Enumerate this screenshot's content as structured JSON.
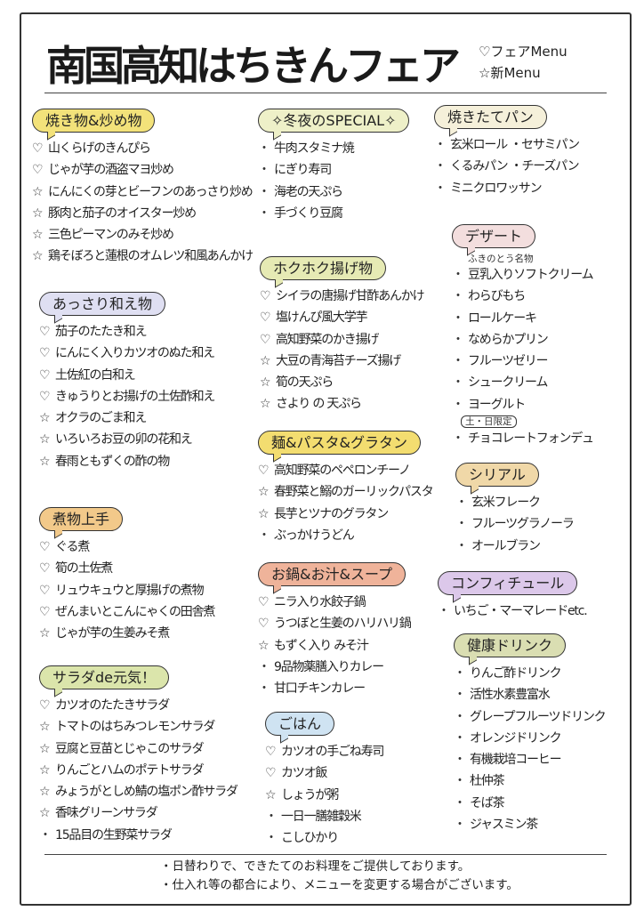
{
  "title": "南国高知はちきんフェア",
  "legend": {
    "fair": "♡フェアMenu",
    "new": "☆新Menu"
  },
  "markers": {
    "heart": "♡",
    "star": "☆",
    "dot": "・"
  },
  "columns": [
    [
      {
        "label": "焼き物&炒め物",
        "color": "#f3e27a",
        "items": [
          {
            "m": "heart",
            "t": "山くらげのきんぴら"
          },
          {
            "m": "heart",
            "t": "じゃが芋の酒盗マヨ炒め"
          },
          {
            "m": "star",
            "t": "にんにくの芽とビーフンのあっさり炒め"
          },
          {
            "m": "star",
            "t": "豚肉と茄子のオイスター炒め"
          },
          {
            "m": "star",
            "t": "三色ピーマンのみそ炒め"
          },
          {
            "m": "star",
            "t": "鶏そぼろと蓮根のオムレツ和風あんかけ"
          }
        ]
      },
      {
        "label": "あっさり和え物",
        "color": "#dfdff2",
        "items": [
          {
            "m": "heart",
            "t": "茄子のたたき和え"
          },
          {
            "m": "heart",
            "t": "にんにく入りカツオのぬた和え"
          },
          {
            "m": "heart",
            "t": "土佐紅の白和え"
          },
          {
            "m": "heart",
            "t": "きゅうりとお揚げの土佐酢和え"
          },
          {
            "m": "star",
            "t": "オクラのごま和え"
          },
          {
            "m": "star",
            "t": "いろいろお豆の卯の花和え"
          },
          {
            "m": "star",
            "t": "春雨ともずくの酢の物"
          }
        ]
      },
      {
        "label": "煮物上手",
        "color": "#f2c98a",
        "items": [
          {
            "m": "heart",
            "t": "ぐる煮"
          },
          {
            "m": "heart",
            "t": "筍の土佐煮"
          },
          {
            "m": "heart",
            "t": "リュウキュウと厚揚げの煮物"
          },
          {
            "m": "heart",
            "t": "ぜんまいとこんにゃくの田舎煮"
          },
          {
            "m": "star",
            "t": "じゃが芋の生姜みそ煮"
          }
        ]
      },
      {
        "label": "サラダde元気！",
        "color": "#dbe5ab",
        "items": [
          {
            "m": "heart",
            "t": "カツオのたたきサラダ"
          },
          {
            "m": "star",
            "t": "トマトのはちみつレモンサラダ"
          },
          {
            "m": "star",
            "t": "豆腐と豆苗とじゃこのサラダ"
          },
          {
            "m": "star",
            "t": "りんごとハムのポテトサラダ"
          },
          {
            "m": "star",
            "t": "みょうがとしめ鯖の塩ポン酢サラダ"
          },
          {
            "m": "star",
            "t": "香味グリーンサラダ"
          },
          {
            "m": "dot",
            "t": "15品目の生野菜サラダ"
          }
        ]
      }
    ],
    [
      {
        "label": "✧冬夜のSPECIAL✧",
        "color": "#eef0c8",
        "items": [
          {
            "m": "dot",
            "t": "牛肉スタミナ焼"
          },
          {
            "m": "dot",
            "t": "にぎり寿司"
          },
          {
            "m": "dot",
            "t": "海老の天ぷら"
          },
          {
            "m": "dot",
            "t": "手づくり豆腐"
          }
        ]
      },
      {
        "label": "ホクホク揚げ物",
        "color": "#e6eab4",
        "items": [
          {
            "m": "heart",
            "t": "シイラの唐揚げ甘酢あんかけ"
          },
          {
            "m": "heart",
            "t": "塩けんぴ風大学芋"
          },
          {
            "m": "heart",
            "t": "高知野菜のかき揚げ"
          },
          {
            "m": "star",
            "t": "大豆の青海苔チーズ揚げ"
          },
          {
            "m": "star",
            "t": "筍の天ぷら"
          },
          {
            "m": "star",
            "t": "さより の 天ぷら"
          }
        ]
      },
      {
        "label": "麺&パスタ&グラタン",
        "color": "#f3dd70",
        "items": [
          {
            "m": "heart",
            "t": "高知野菜のペペロンチーノ"
          },
          {
            "m": "star",
            "t": "春野菜と鰯のガーリックパスタ"
          },
          {
            "m": "star",
            "t": "長芋とツナのグラタン"
          },
          {
            "m": "dot",
            "t": "ぶっかけうどん"
          }
        ]
      },
      {
        "label": "お鍋&お汁&スープ",
        "color": "#efb39a",
        "items": [
          {
            "m": "heart",
            "t": "ニラ入り水餃子鍋"
          },
          {
            "m": "heart",
            "t": "うつぼと生姜のハリハリ鍋"
          },
          {
            "m": "star",
            "t": "もずく入り みそ汁"
          },
          {
            "m": "dot",
            "t": "9品物薬膳入りカレー"
          },
          {
            "m": "dot",
            "t": "甘口チキンカレー"
          }
        ]
      },
      {
        "label": "ごはん",
        "color": "#cfe3f2",
        "items": [
          {
            "m": "heart",
            "t": "カツオの手ごね寿司"
          },
          {
            "m": "heart",
            "t": "カツオ飯"
          },
          {
            "m": "star",
            "t": "しょうが粥"
          },
          {
            "m": "dot",
            "t": "一日一膳雑穀米"
          },
          {
            "m": "dot",
            "t": "こしひかり"
          }
        ]
      }
    ],
    [
      {
        "label": "焼きたてパン",
        "color": "#f5f0da",
        "items": [
          {
            "m": "dot",
            "t": "玄米ロール ・セサミパン"
          },
          {
            "m": "dot",
            "t": "くるみパン ・チーズパン"
          },
          {
            "m": "dot",
            "t": "ミニクロワッサン"
          }
        ]
      },
      {
        "label": "デザート",
        "color": "#f3dede",
        "items": [
          {
            "m": "dot",
            "t": "豆乳入りソフトクリーム",
            "note": "ふきのとう名物"
          },
          {
            "m": "dot",
            "t": "わらびもち"
          },
          {
            "m": "dot",
            "t": "ロールケーキ"
          },
          {
            "m": "dot",
            "t": "なめらかプリン"
          },
          {
            "m": "dot",
            "t": "フルーツゼリー"
          },
          {
            "m": "dot",
            "t": "シュークリーム"
          },
          {
            "m": "dot",
            "t": "ヨーグルト"
          },
          {
            "m": "dot",
            "t": "チョコレートフォンデュ",
            "note": "土・日限定",
            "boxed": true
          }
        ]
      },
      {
        "label": "シリアル",
        "color": "#f0d8a8",
        "items": [
          {
            "m": "dot",
            "t": "玄米フレーク"
          },
          {
            "m": "dot",
            "t": "フルーツグラノーラ"
          },
          {
            "m": "dot",
            "t": "オールブラン"
          }
        ]
      },
      {
        "label": "コンフィチュール",
        "color": "#dcc8ea",
        "items": [
          {
            "m": "dot",
            "t": "いちご・マーマレードetc."
          }
        ]
      },
      {
        "label": "健康ドリンク",
        "color": "#dadeb2",
        "items": [
          {
            "m": "dot",
            "t": "りんご酢ドリンク"
          },
          {
            "m": "dot",
            "t": "活性水素豊富水"
          },
          {
            "m": "dot",
            "t": "グレープフルーツドリンク"
          },
          {
            "m": "dot",
            "t": "オレンジドリンク"
          },
          {
            "m": "dot",
            "t": "有機栽培コーヒー"
          },
          {
            "m": "dot",
            "t": "杜仲茶"
          },
          {
            "m": "dot",
            "t": "そば茶"
          },
          {
            "m": "dot",
            "t": "ジャスミン茶"
          }
        ]
      }
    ]
  ],
  "footer": [
    "・日替わりで、できたてのお料理をご提供しております。",
    "・仕入れ等の都合により、メニューを変更する場合がございます。"
  ]
}
